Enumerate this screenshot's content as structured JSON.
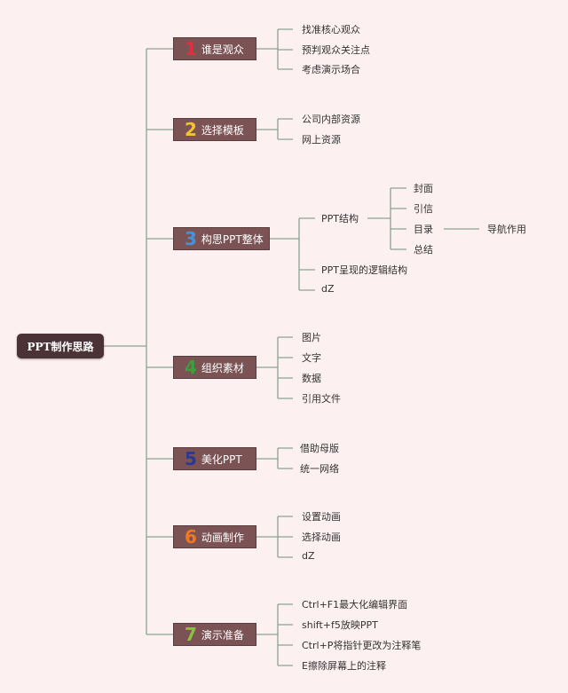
{
  "root": {
    "label": "PPT制作思路"
  },
  "branches": [
    {
      "number": "1",
      "number_color": "#e03040",
      "label": "谁是观众",
      "children": [
        {
          "label": "找准核心观众"
        },
        {
          "label": "预判观众关注点"
        },
        {
          "label": "考虑演示场合"
        }
      ]
    },
    {
      "number": "2",
      "number_color": "#f2c232",
      "label": "选择模板",
      "children": [
        {
          "label": "公司内部资源"
        },
        {
          "label": "网上资源"
        }
      ]
    },
    {
      "number": "3",
      "number_color": "#4a90d9",
      "label": "构思PPT整体",
      "children": [
        {
          "label": "PPT结构",
          "children": [
            {
              "label": "封面"
            },
            {
              "label": "引信"
            },
            {
              "label": "目录",
              "children": [
                {
                  "label": "导航作用"
                }
              ]
            },
            {
              "label": "总结"
            }
          ]
        },
        {
          "label": "PPT呈现的逻辑结构"
        },
        {
          "label": "dZ"
        }
      ]
    },
    {
      "number": "4",
      "number_color": "#3aa03a",
      "label": "组织素材",
      "children": [
        {
          "label": "图片"
        },
        {
          "label": "文字"
        },
        {
          "label": "数据"
        },
        {
          "label": "引用文件"
        }
      ]
    },
    {
      "number": "5",
      "number_color": "#2a3a90",
      "label": "美化PPT",
      "children": [
        {
          "label": "借助母版"
        },
        {
          "label": "统一网络"
        }
      ]
    },
    {
      "number": "6",
      "number_color": "#f07820",
      "label": "动画制作",
      "children": [
        {
          "label": "设置动画"
        },
        {
          "label": "选择动画"
        },
        {
          "label": "dZ"
        }
      ]
    },
    {
      "number": "7",
      "number_color": "#8ac03a",
      "label": "演示准备",
      "children": [
        {
          "label": "Ctrl+F1最大化编辑界面"
        },
        {
          "label": "shift+f5放映PPT"
        },
        {
          "label": "Ctrl+P将指针更改为注释笔"
        },
        {
          "label": "E擦除屏幕上的注释"
        }
      ]
    }
  ]
}
